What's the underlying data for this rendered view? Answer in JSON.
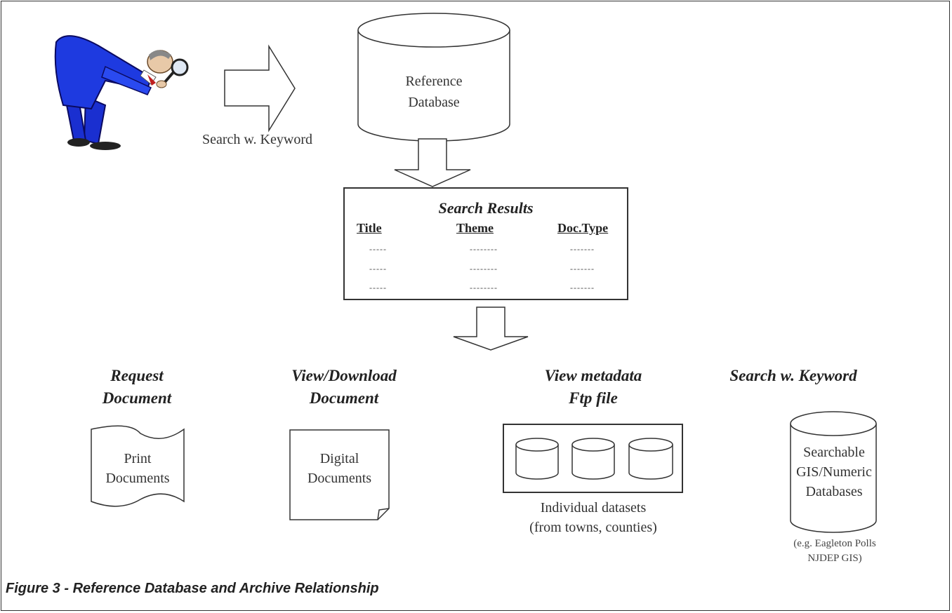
{
  "search_label": "Search w. Keyword",
  "reference_db": {
    "line1": "Reference",
    "line2": "Database"
  },
  "results": {
    "title": "Search Results",
    "columns": [
      "Title",
      "Theme",
      "Doc.Type"
    ],
    "rows": [
      [
        "-----",
        "--------",
        "-------"
      ],
      [
        "-----",
        "--------",
        "-------"
      ],
      [
        "-----",
        "--------",
        "-------"
      ]
    ]
  },
  "branches": [
    {
      "heading1": "Request",
      "heading2": "Document",
      "box1": "Print",
      "box2": "Documents"
    },
    {
      "heading1": "View/Download",
      "heading2": "Document",
      "box1": "Digital",
      "box2": "Documents"
    },
    {
      "heading1": "View metadata",
      "heading2": "Ftp file",
      "sub1": "Individual datasets",
      "sub2": "(from towns, counties)"
    },
    {
      "heading1": "Search w. Keyword",
      "box1": "Searchable",
      "box2": "GIS/Numeric",
      "box3": "Databases",
      "note1": "(e.g. Eagleton Polls",
      "note2": "NJDEP GIS)"
    }
  ],
  "caption": "Figure 3 - Reference Database and Archive Relationship"
}
